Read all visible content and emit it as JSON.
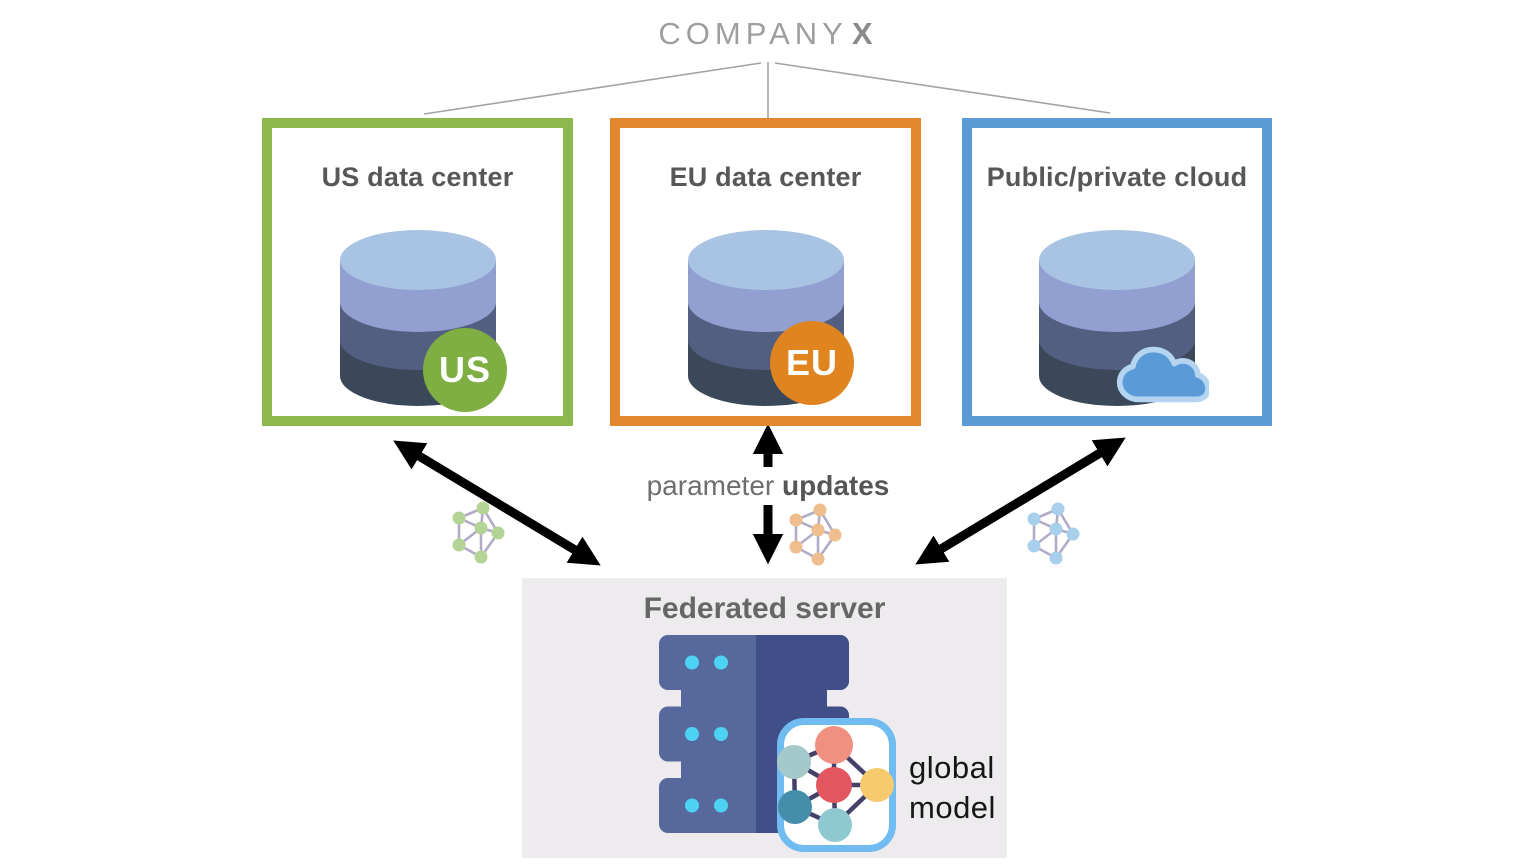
{
  "header": {
    "company": "COMPANY",
    "suffix": "X"
  },
  "sites": [
    {
      "title": "US data center",
      "badge_label": "US",
      "border_color": "#8cb94e",
      "badge_color": "#7fae43",
      "icon": "database-icon"
    },
    {
      "title": "EU data center",
      "badge_label": "EU",
      "border_color": "#e2872e",
      "badge_color": "#e08420",
      "icon": "database-icon"
    },
    {
      "title": "Public/private cloud",
      "border_color": "#5b9bd5",
      "icon": "database-icon cloud-icon"
    }
  ],
  "flow": {
    "label_regular": "parameter ",
    "label_bold": "updates"
  },
  "mini_networks": [
    {
      "name": "network-icon-green",
      "node_color": "#b3d494"
    },
    {
      "name": "network-icon-orange",
      "node_color": "#eebe8e"
    },
    {
      "name": "network-icon-blue",
      "node_color": "#a8d0ec"
    }
  ],
  "federated_server": {
    "title": "Federated server",
    "background": "#edebee",
    "model_line1": "global",
    "model_line2": "model",
    "icon": "server-rack-icon",
    "model_badge_border": "#70bbf0"
  },
  "palette": {
    "arrow": "#000000",
    "connector_line": "#a3a3a3",
    "heading_text": "#575757",
    "company_text": "#9e9e9e",
    "db_top": "#a9c4e3",
    "db_band1": "#91a0d1",
    "db_band2": "#535f80",
    "db_band3": "#3b485a",
    "cloud_fill": "#5a9ad8",
    "cloud_outline": "#b4d4ef",
    "server_light": "#57699c",
    "server_dark": "#404f87",
    "server_dots": "#4ed2f4",
    "model_edges": "#45406a",
    "model_nodes": [
      "#ef9080",
      "#a5c8cb",
      "#e2565f",
      "#f7ca6e",
      "#448dab",
      "#8fc9d0"
    ]
  }
}
